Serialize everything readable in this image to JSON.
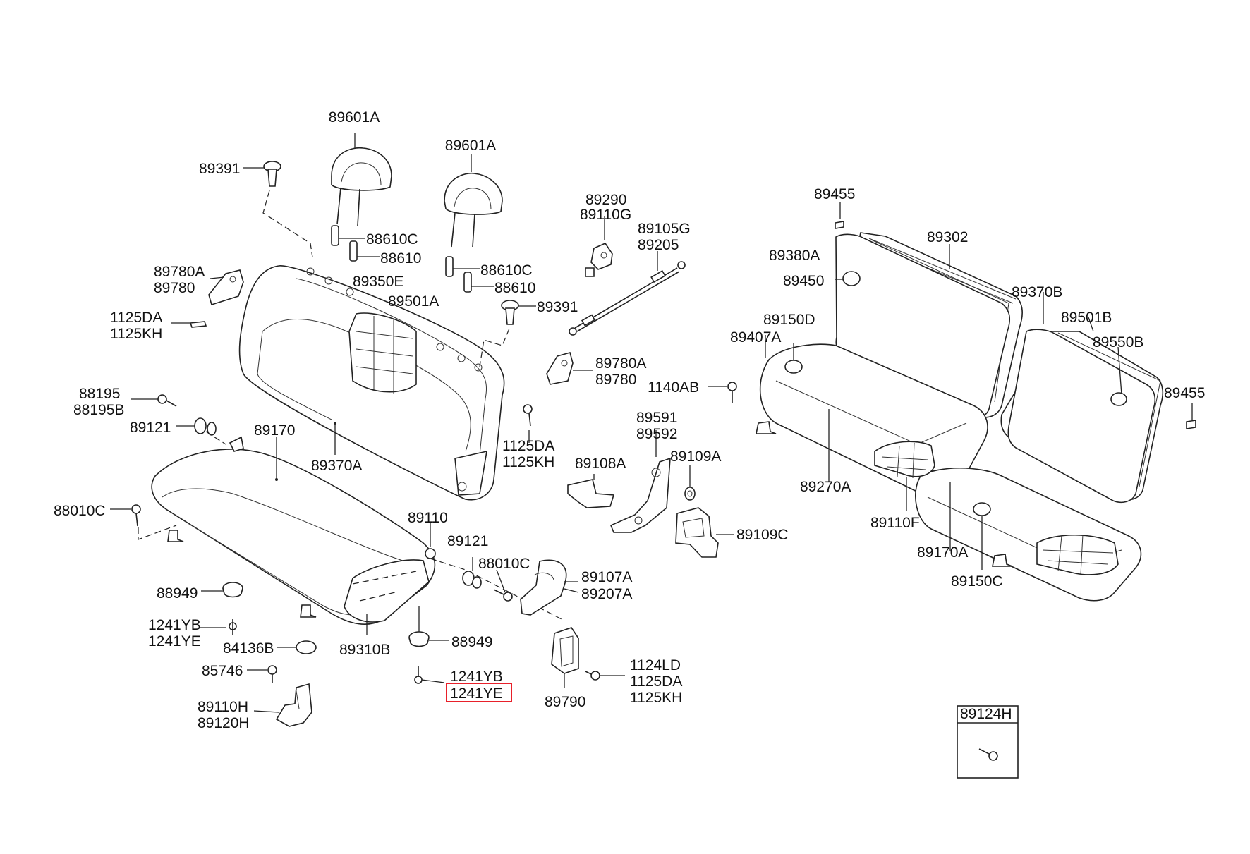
{
  "diagram": {
    "highlight_color": "#e8202a",
    "labels": {
      "l89601a_1": "89601A",
      "l89601a_2": "89601A",
      "l89391_1": "89391",
      "l89391_2": "89391",
      "l88610c_1": "88610C",
      "l88610_1": "88610",
      "l88610c_2": "88610C",
      "l88610_2": "88610",
      "l89350e": "89350E",
      "l89501a": "89501A",
      "l89780a_1": "89780A",
      "l89780_1": "89780",
      "l1125da_1": "1125DA",
      "l1125kh_1": "1125KH",
      "l88195": "88195",
      "l88195b": "88195B",
      "l89121_1": "89121",
      "l89170": "89170",
      "l89370a": "89370A",
      "l88010c_1": "88010C",
      "l89110": "89110",
      "l89121_2": "89121",
      "l88010c_2": "88010C",
      "l89107a": "89107A",
      "l89207a": "89207A",
      "l88949_1": "88949",
      "l88949_2": "88949",
      "l1241yb_1": "1241YB",
      "l1241ye_1": "1241YE",
      "l1241yb_2": "1241YB",
      "l1241ye_2": "1241YE",
      "l84136b": "84136B",
      "l85746": "85746",
      "l89310b": "89310B",
      "l89110h": "89110H",
      "l89120h": "89120H",
      "l89290": "89290",
      "l89110g": "89110G",
      "l89105g": "89105G",
      "l89205": "89205",
      "l89780a_2": "89780A",
      "l89780_2": "89780",
      "l1125da_2": "1125DA",
      "l1125kh_2": "1125KH",
      "l89591": "89591",
      "l89592": "89592",
      "l89108a": "89108A",
      "l89109a": "89109A",
      "l89109c": "89109C",
      "l1124ld": "1124LD",
      "l1125da_3": "1125DA",
      "l1125kh_3": "1125KH",
      "l89790": "89790",
      "l89455_1": "89455",
      "l89302": "89302",
      "l89380a": "89380A",
      "l89450": "89450",
      "l89370b": "89370B",
      "l89501b": "89501B",
      "l89550b": "89550B",
      "l89150d": "89150D",
      "l89407a": "89407A",
      "l1140ab": "1140AB",
      "l89455_2": "89455",
      "l89270a": "89270A",
      "l89110f": "89110F",
      "l89170a": "89170A",
      "l89150c": "89150C",
      "l89124h": "89124H"
    }
  }
}
